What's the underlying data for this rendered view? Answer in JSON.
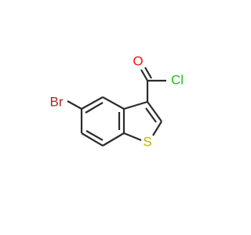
{
  "molecule": {
    "atoms": {
      "br": {
        "symbol": "Br",
        "color": "#a52a2a"
      },
      "o": {
        "symbol": "O",
        "color": "#ff0d0d"
      },
      "cl": {
        "symbol": "Cl",
        "color": "#1fbf1f"
      },
      "s": {
        "symbol": "S",
        "color": "#b5b500"
      }
    },
    "bond_color": "#2b2b2b",
    "background": "#ffffff"
  }
}
